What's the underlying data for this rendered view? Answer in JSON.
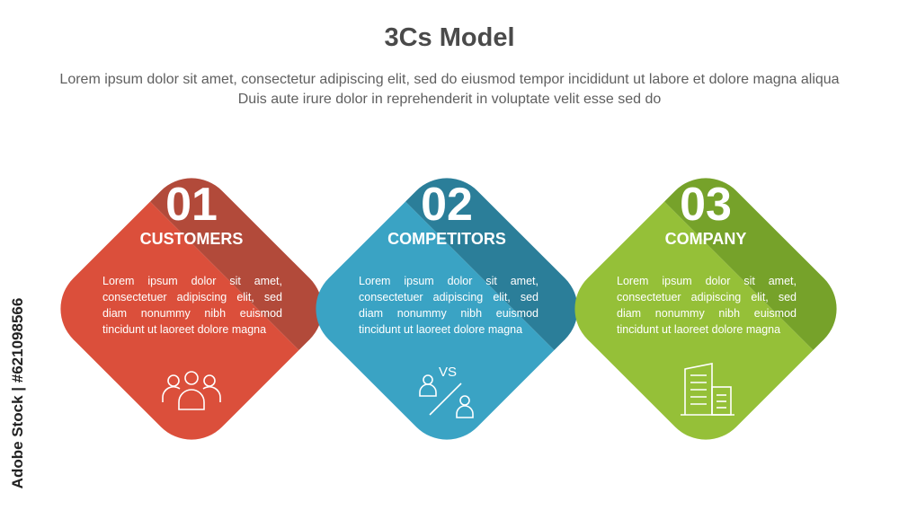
{
  "header": {
    "title": "3Cs Model",
    "subtitle": "Lorem ipsum dolor sit amet, consectetur adipiscing elit, sed do eiusmod tempor incididunt ut labore et dolore magna aliqua Duis aute irure dolor in reprehenderit in voluptate velit esse sed do"
  },
  "items": [
    {
      "number": "01",
      "name": "CUSTOMERS",
      "text": "Lorem ipsum dolor sit amet, consectetuer adipiscing elit, sed diam nonummy nibh euismod tincidunt ut laoreet dolore magna",
      "icon": "people-group-icon",
      "color_top": "#b24a3a",
      "color_bottom": "#db4f3b"
    },
    {
      "number": "02",
      "name": "COMPETITORS",
      "text": "Lorem ipsum dolor sit amet, consectetuer adipiscing elit, sed diam nonummy nibh euismod tincidunt ut laoreet dolore magna",
      "icon": "versus-icon",
      "icon_text": "VS",
      "color_top": "#2b7e99",
      "color_bottom": "#3aa3c4"
    },
    {
      "number": "03",
      "name": "COMPANY",
      "text": "Lorem ipsum dolor sit amet, consectetuer adipiscing elit, sed diam nonummy nibh euismod tincidunt ut laoreet dolore magna",
      "icon": "building-icon",
      "color_top": "#76a22a",
      "color_bottom": "#95c038"
    }
  ],
  "watermark": {
    "side_text": "Adobe Stock | #621098566"
  }
}
